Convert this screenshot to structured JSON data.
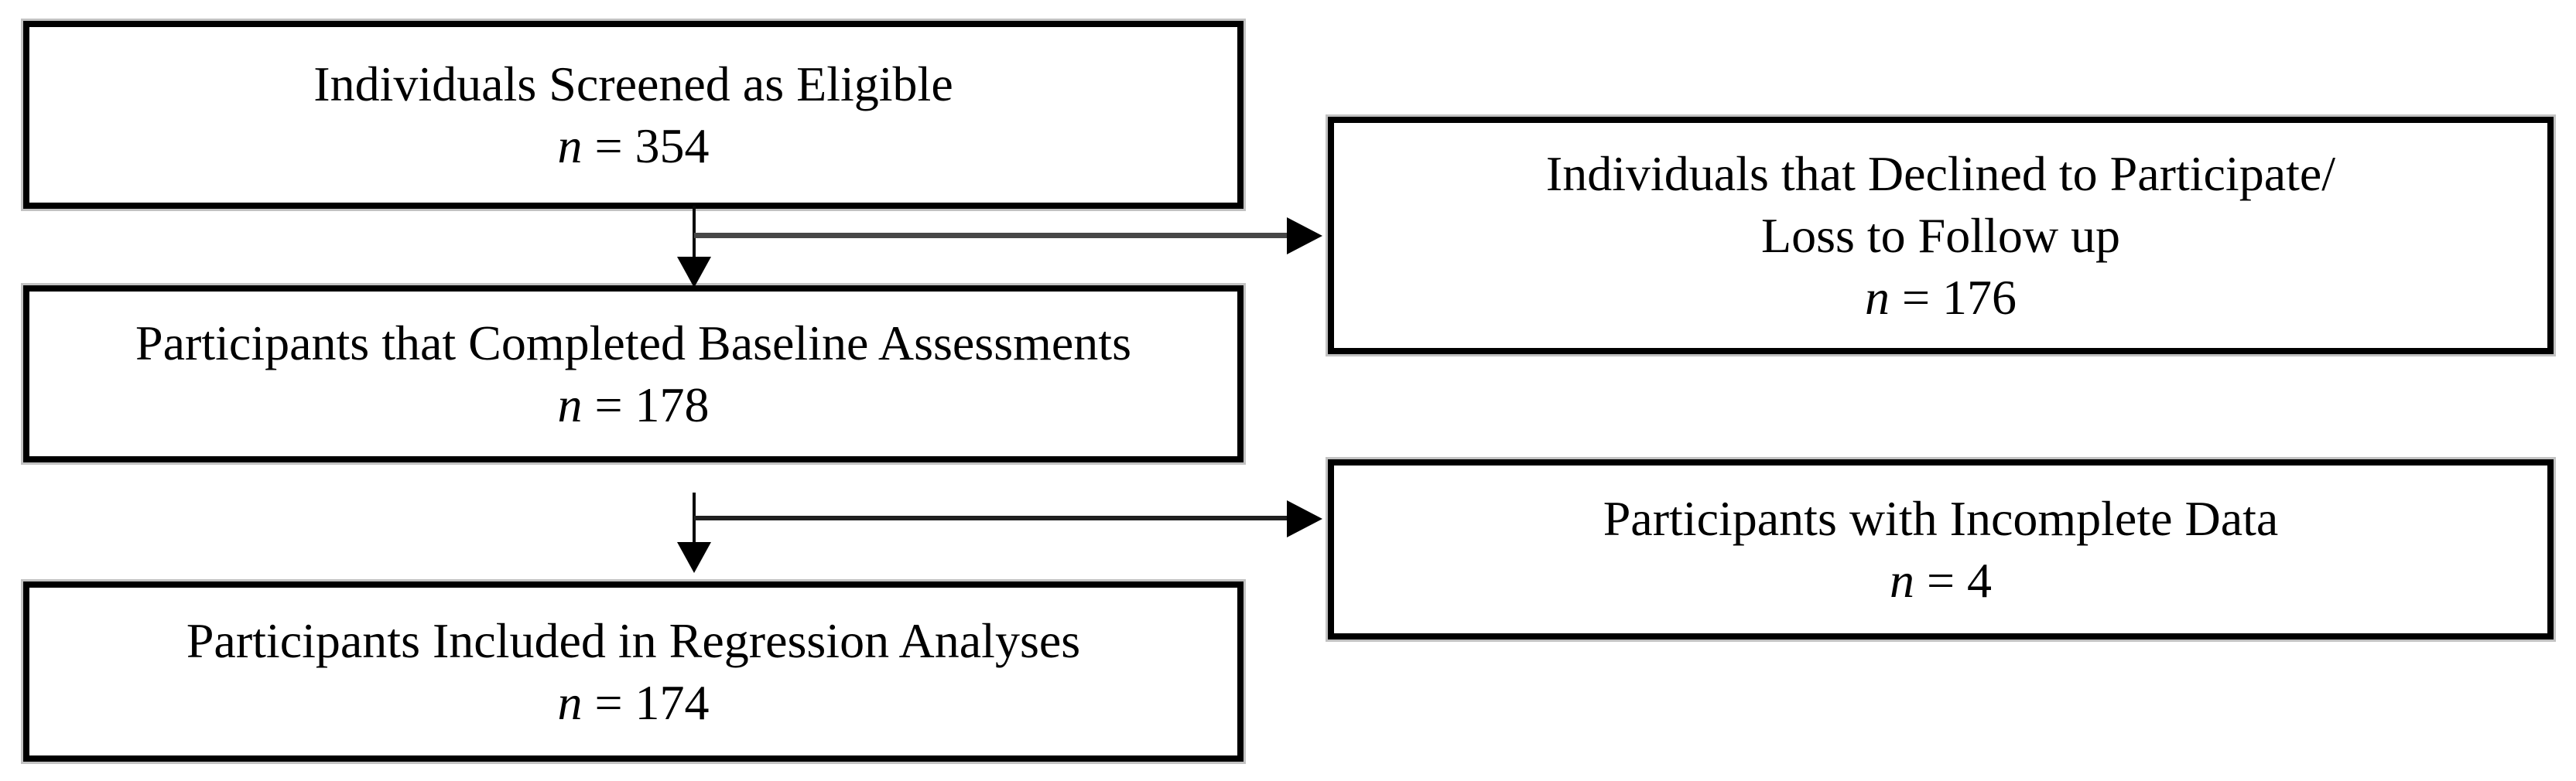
{
  "figure": {
    "type": "participant-flow-diagram",
    "background_color": "#ffffff",
    "box_border_color": "#000000",
    "text_color": "#000000",
    "connector_colors": {
      "vertical_line": "#0a0a0a",
      "horizontal_line_top": "#474747",
      "horizontal_line_bottom": "#1f1f1f",
      "arrowhead": "#000000"
    },
    "nodes": {
      "screened": {
        "lines": [
          "Individuals Screened as Eligible"
        ],
        "n": "n",
        "count": " = 354"
      },
      "declined": {
        "lines": [
          "Individuals that Declined to Participate/",
          "Loss to Follow up"
        ],
        "n": "n",
        "count": " = 176"
      },
      "baseline": {
        "lines": [
          "Participants that Completed Baseline Assessments"
        ],
        "n": "n",
        "count": " = 178"
      },
      "incomplete": {
        "lines": [
          "Participants with Incomplete Data"
        ],
        "n": "n",
        "count": " = 4"
      },
      "regression": {
        "lines": [
          "Participants Included in Regression Analyses"
        ],
        "n": "n",
        "count": " = 174"
      }
    },
    "edges": [
      {
        "from": "screened",
        "to": "baseline",
        "type": "arrow-down"
      },
      {
        "from": "screened",
        "to": "declined",
        "type": "arrow-right"
      },
      {
        "from": "baseline",
        "to": "regression",
        "type": "arrow-down"
      },
      {
        "from": "baseline",
        "to": "incomplete",
        "type": "arrow-right"
      }
    ]
  }
}
